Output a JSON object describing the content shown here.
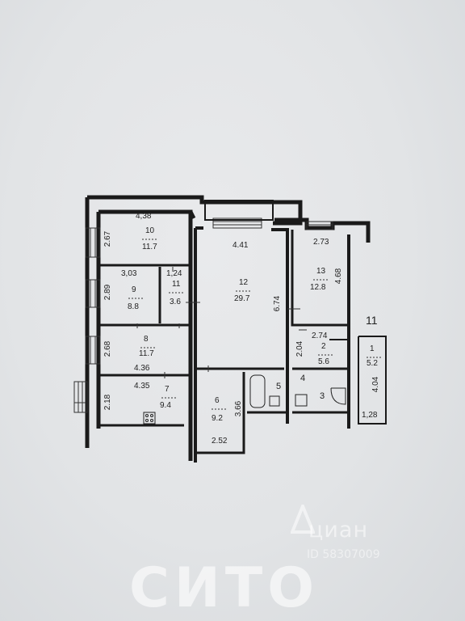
{
  "floor_label": "11",
  "rooms": [
    {
      "num": "10",
      "area": "11.7",
      "w": "4,38",
      "h": "2.67"
    },
    {
      "num": "9",
      "area": "8.8",
      "w": "3,03",
      "h": "2.89"
    },
    {
      "num": "11",
      "area": "3.6",
      "w": "1,24"
    },
    {
      "num": "8",
      "area": "11.7",
      "w": "4.36",
      "h": "2.68"
    },
    {
      "num": "7",
      "area": "9.4",
      "w": "4.35",
      "h": "2.18"
    },
    {
      "num": "12",
      "area": "29.7",
      "w": "4.41",
      "h": "6.74"
    },
    {
      "num": "6",
      "area": "9.2",
      "w": "2.52",
      "h": "3.66"
    },
    {
      "num": "13",
      "area": "12.8",
      "w": "2.73",
      "h": "4.68"
    },
    {
      "num": "2",
      "area": "5.6",
      "w": "2.74",
      "h": "2.04"
    },
    {
      "num": "1",
      "area": "5.2",
      "w": "1,28",
      "h": "4.04"
    }
  ],
  "small_rooms": [
    "3",
    "4",
    "5"
  ],
  "watermark": {
    "brand": "циан",
    "id": "ID 58307009",
    "logo": "СИТО"
  }
}
